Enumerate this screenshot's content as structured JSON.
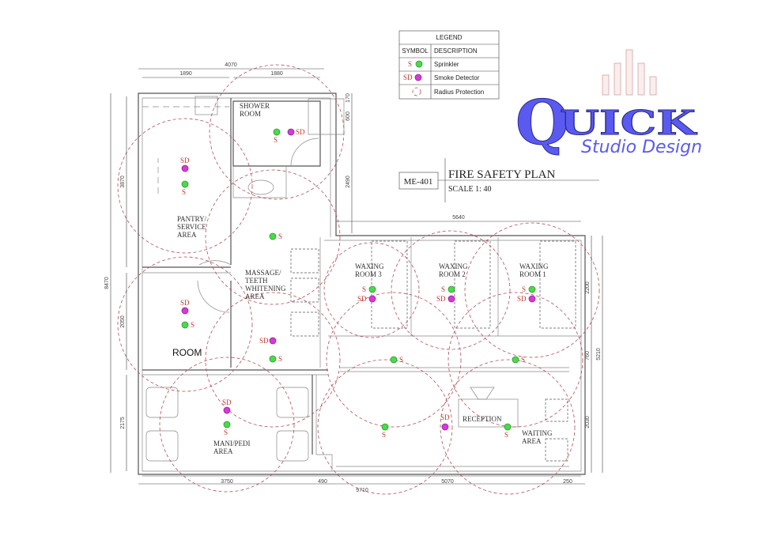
{
  "legend": {
    "title": "LEGEND",
    "col_symbol": "SYMBOL",
    "col_description": "DESCRIPTION",
    "items": [
      {
        "symbol": "S",
        "description": "Sprinkler",
        "color": "#4cd94c"
      },
      {
        "symbol": "SD",
        "description": "Smoke Detector",
        "color": "#d63ad6"
      },
      {
        "symbol": "",
        "description": "Radius Protection",
        "color": "#b0505a"
      }
    ]
  },
  "logo": {
    "word": "QUICK",
    "tagline": "Studio Design",
    "color": "#5a5af0"
  },
  "title_block": {
    "code": "ME-401",
    "title": "FIRE SAFETY PLAN",
    "scale": "SCALE 1: 40"
  },
  "rooms": {
    "shower": [
      "SHOWER",
      "ROOM"
    ],
    "pantry": [
      "PANTRY/",
      "SERVICE",
      "AREA"
    ],
    "massage": [
      "MASSAGE/",
      "TEETH",
      "WHITENING",
      "AREA"
    ],
    "room": "ROOM",
    "waxing3": [
      "WAXING",
      "ROOM 3"
    ],
    "waxing2": [
      "WAXING",
      "ROOM 2"
    ],
    "waxing1": [
      "WAXING",
      "ROOM 1"
    ],
    "reception": "RECEPTION",
    "waiting": [
      "WAITING",
      "AREA"
    ],
    "manipedi": [
      "MANI/PEDI",
      "AREA"
    ]
  },
  "dimensions": {
    "top_total": "4070",
    "top_left": "1890",
    "top_right": "1880",
    "right_top1": "170",
    "right_top2": "600",
    "right_top3": "2490",
    "mid_top": "5640",
    "left_total": "8470",
    "left_1": "3870",
    "left_2": "2050",
    "left_3": "2175",
    "right_1": "2200",
    "right_2": "760",
    "right_3": "2030",
    "right_total": "5210",
    "bottom_1": "3750",
    "bottom_2": "490",
    "bottom_3": "5070",
    "bottom_4": "250",
    "bottom_total": "9710"
  }
}
